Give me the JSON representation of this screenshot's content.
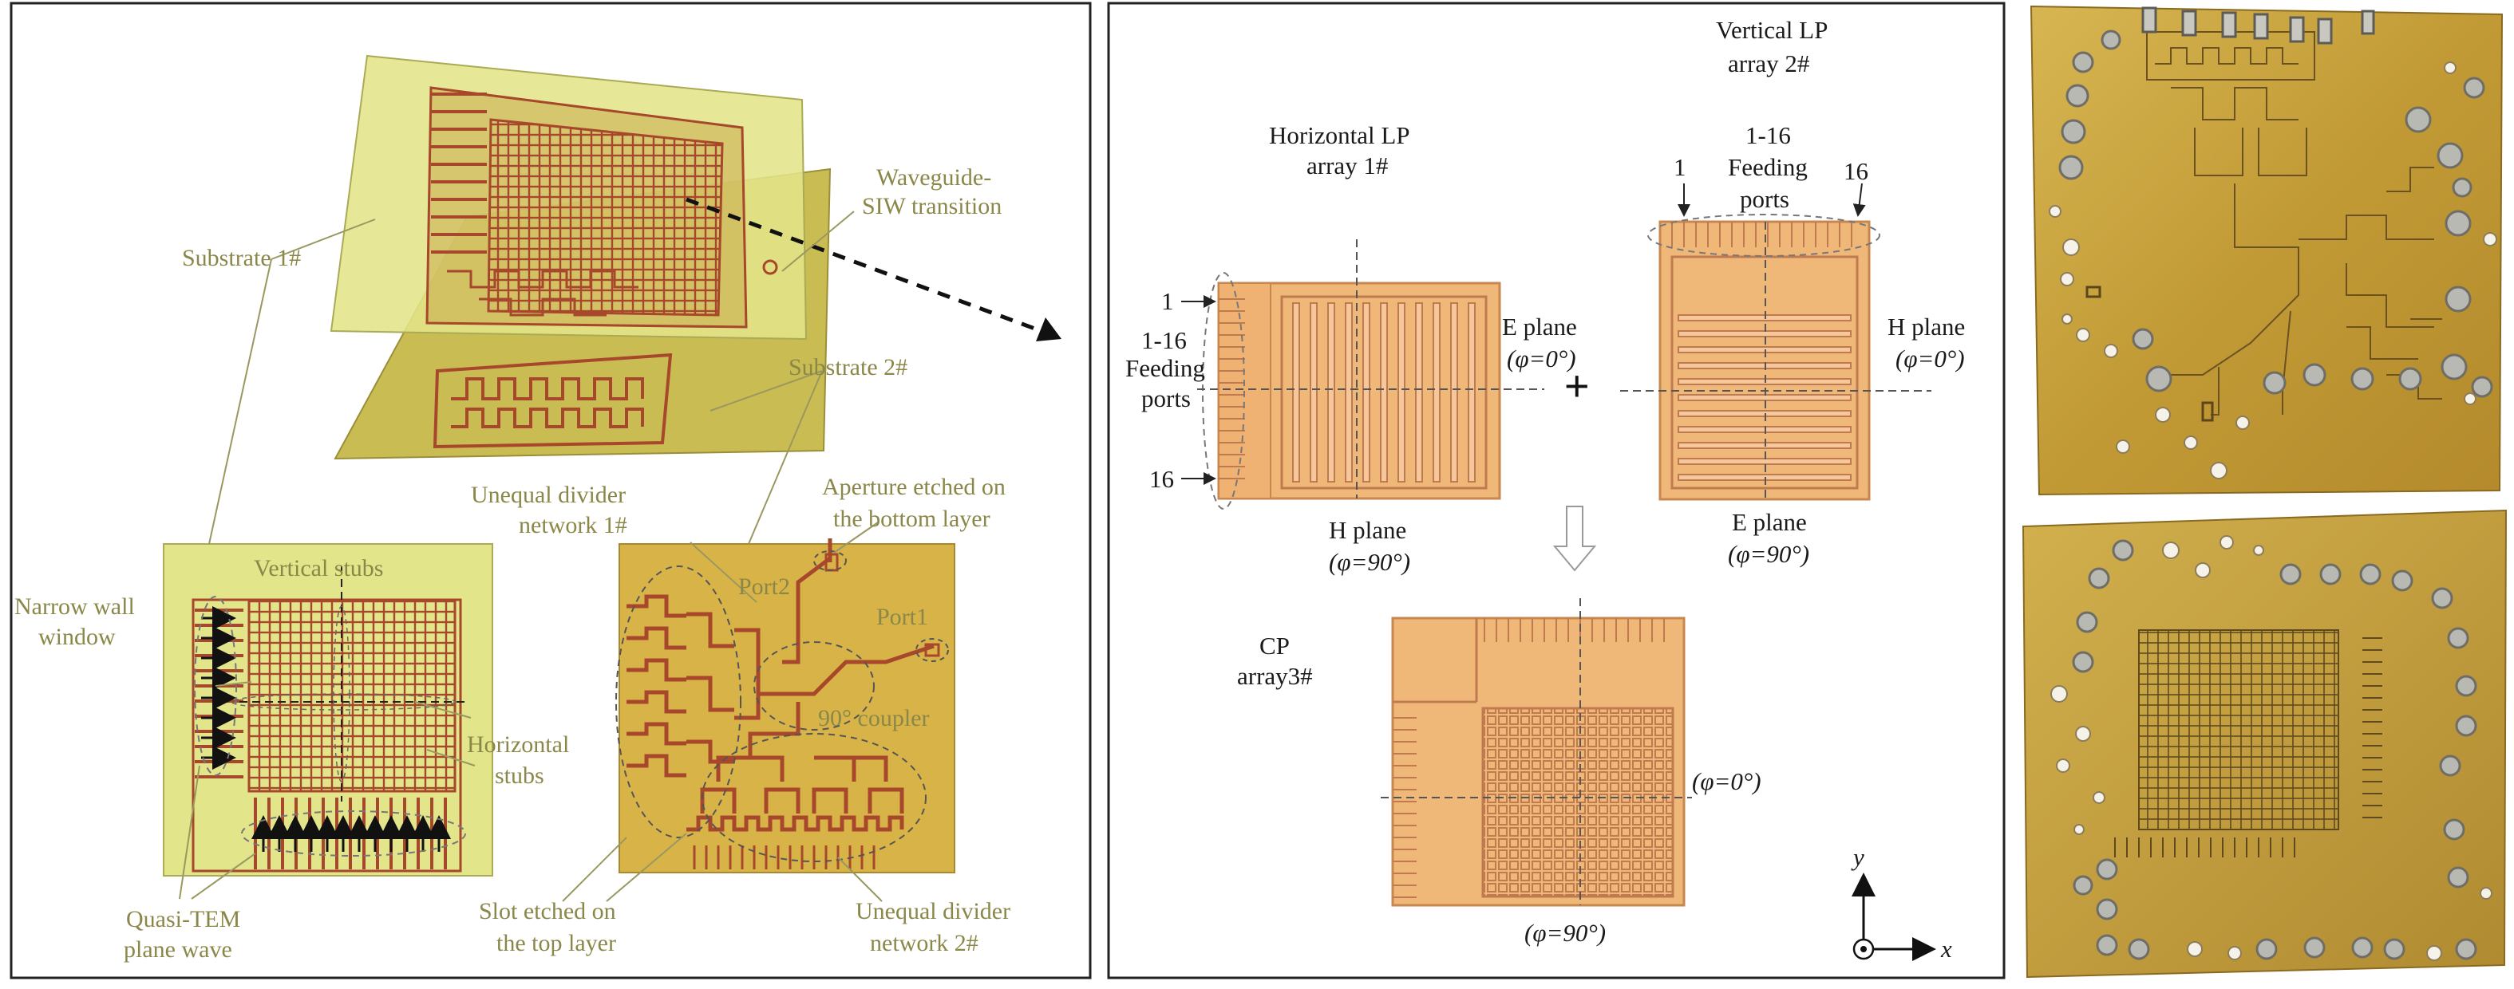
{
  "left_panel": {
    "substrate1": "Substrate 1#",
    "substrate2": "Substrate 2#",
    "waveguide_line1": "Waveguide-",
    "waveguide_line2": "SIW transition",
    "unequal1_line1": "Unequal divider",
    "unequal1_line2": "network 1#",
    "aperture_line1": "Aperture etched on",
    "aperture_line2": "the bottom layer",
    "vertical_stubs": "Vertical stubs",
    "narrow_line1": "Narrow wall",
    "narrow_line2": "window",
    "horizontal_line1": "Horizontal",
    "horizontal_line2": "stubs",
    "port2": "Port2",
    "port1": "Port1",
    "coupler": "90° coupler",
    "quasi_line1": "Quasi-TEM",
    "quasi_line2": "plane wave",
    "slot_line1": "Slot etched on",
    "slot_line2": "the top layer",
    "unequal2_line1": "Unequal divider",
    "unequal2_line2": "network 2#"
  },
  "middle_panel": {
    "h_array_line1": "Horizontal LP",
    "h_array_line2": "array 1#",
    "v_array_line1": "Vertical LP",
    "v_array_line2": "array 2#",
    "port_first": "1",
    "port_last": "16",
    "feed_line1": "1-16",
    "feed_line2": "Feeding",
    "feed_line3a": "ports",
    "feed_line3b": "ports",
    "e_plane": "E plane",
    "h_plane": "H plane",
    "phi0": "(φ=0°)",
    "phi90": "(φ=90°)",
    "plus": "+",
    "cp_line1": "CP",
    "cp_line2": "array3#",
    "axis_y": "y",
    "axis_x": "x"
  },
  "colors": {
    "olive_text": "#8a8748",
    "substrate1": "#e2e58a",
    "substrate2": "#c9bc52",
    "copper": "#a7472c",
    "array_fill": "#f0b878",
    "array_edge": "#c7874f",
    "photo_brass": "#c8a23c"
  }
}
